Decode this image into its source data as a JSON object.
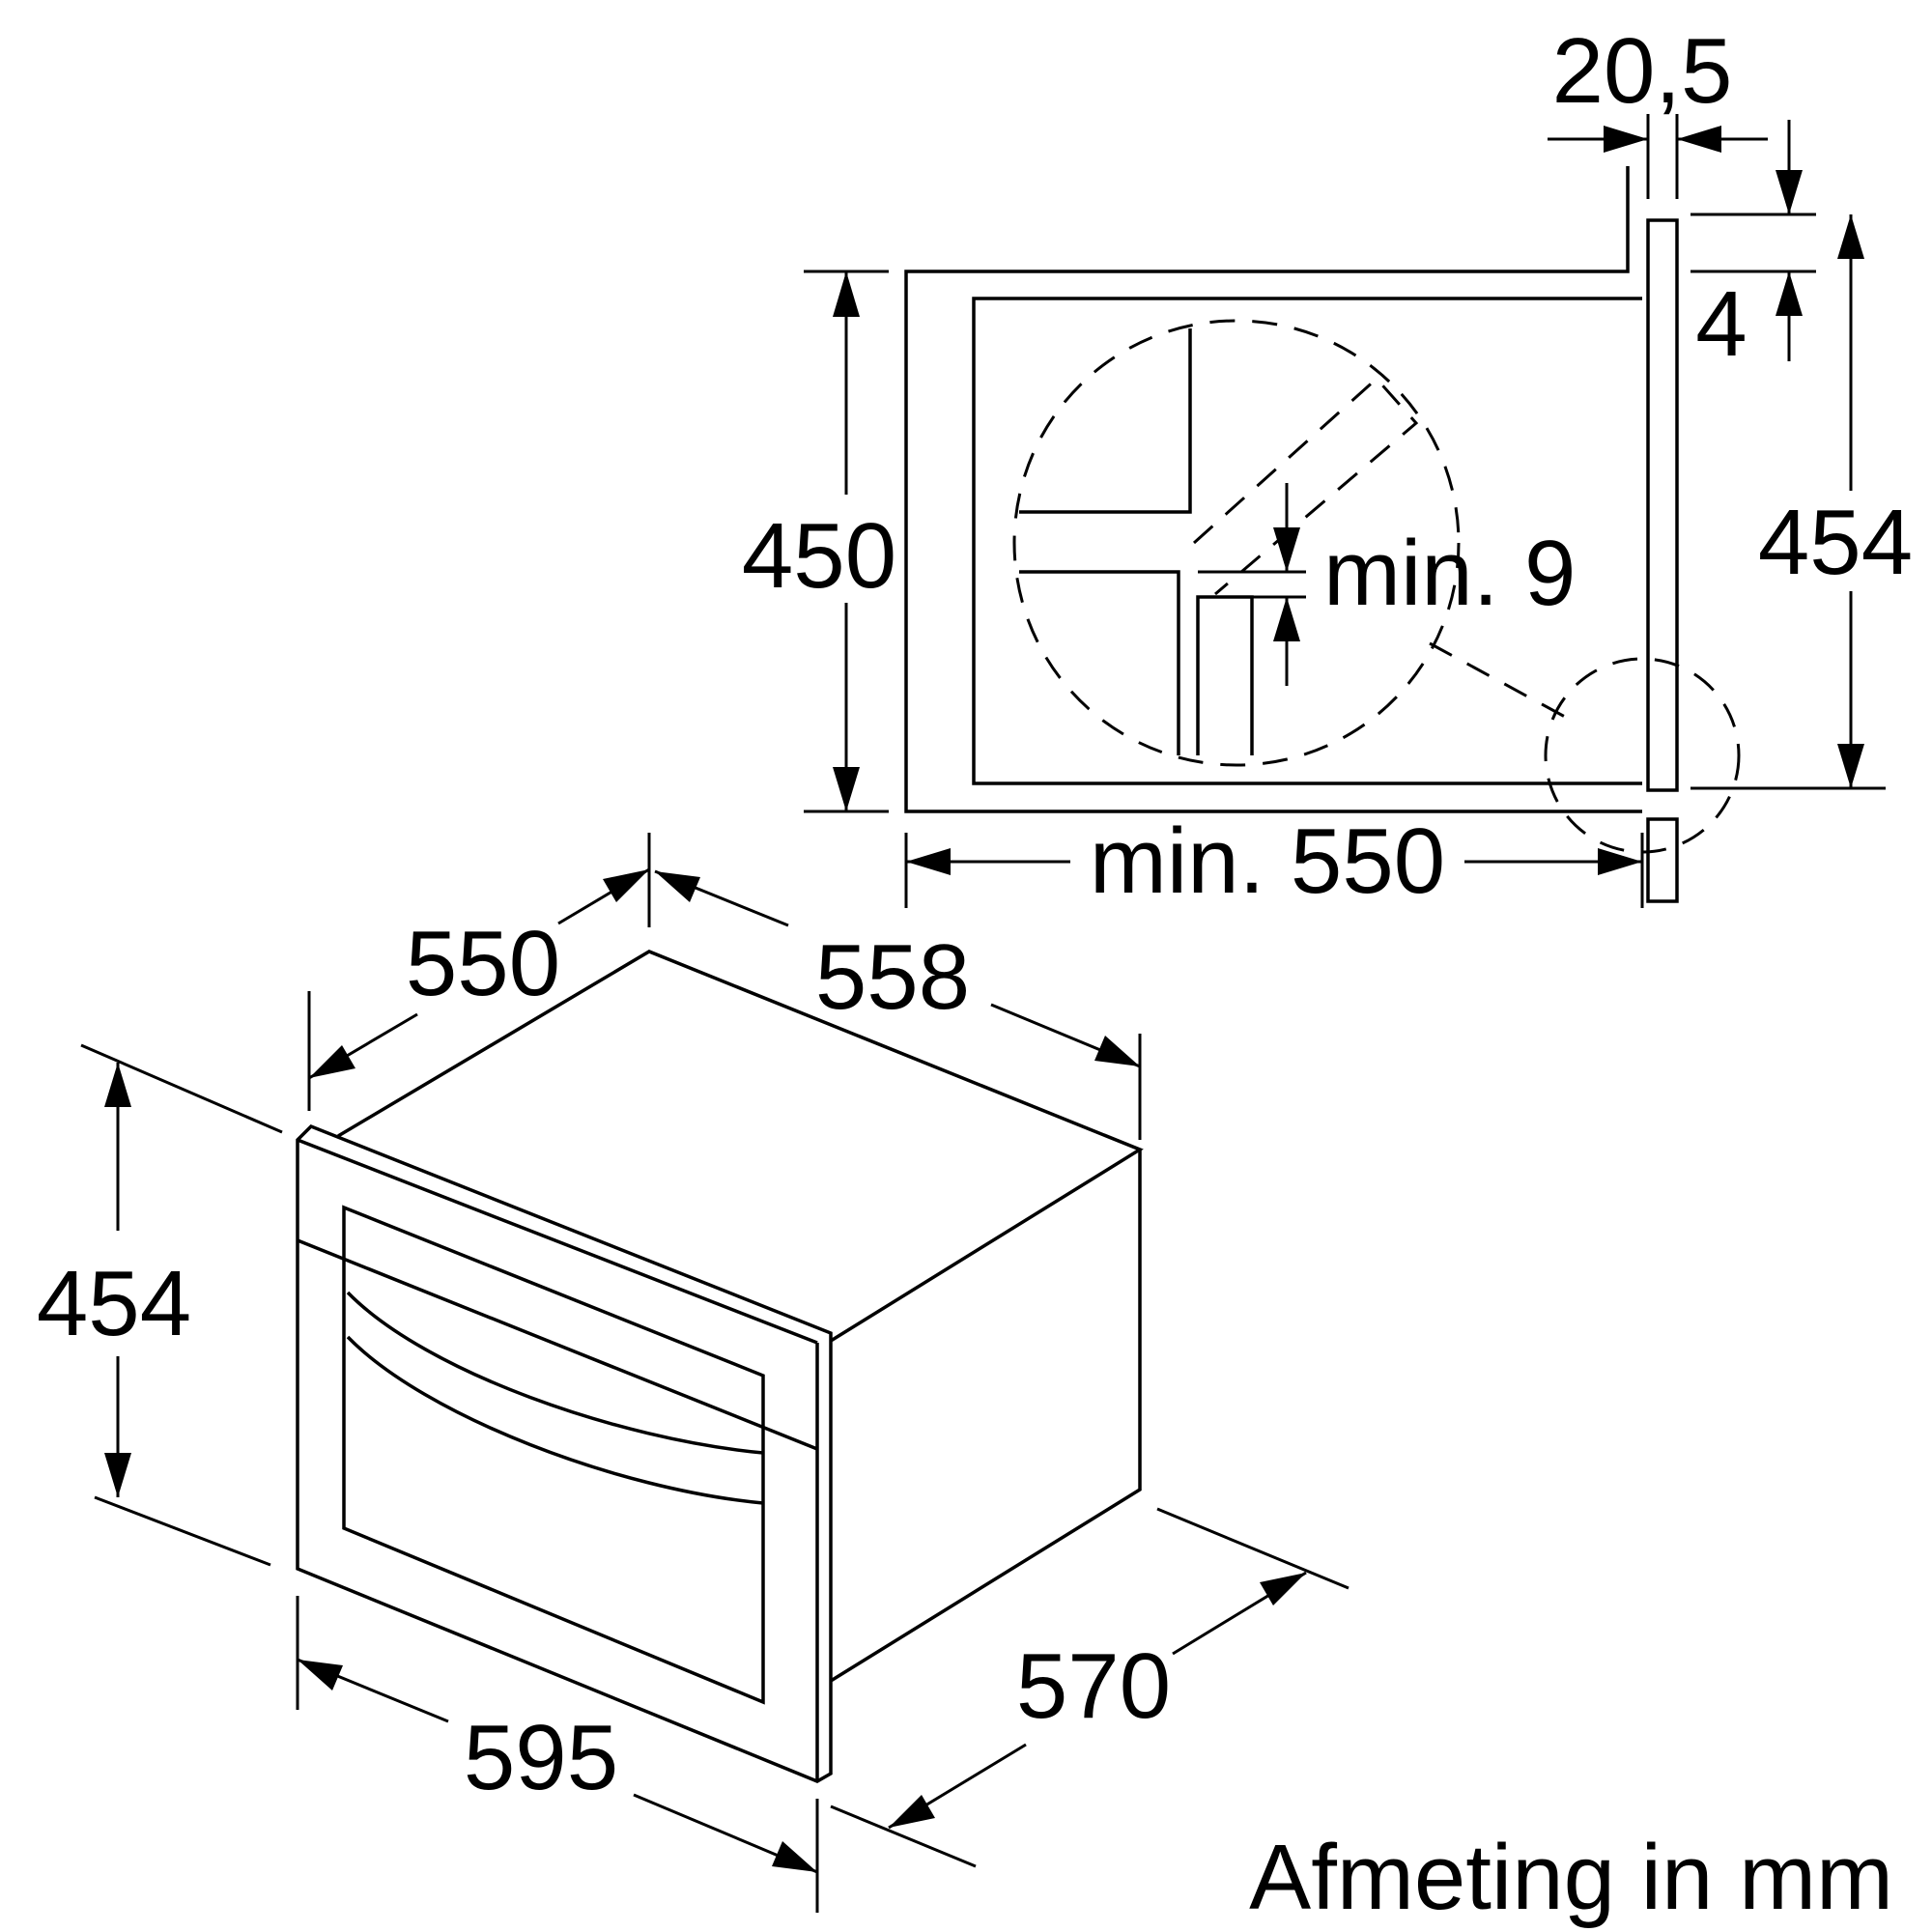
{
  "diagram": {
    "section_view": {
      "dim_top_gap": "20,5",
      "dim_panel_offset": "4",
      "dim_niche_height": "450",
      "dim_panel_height": "454",
      "dim_min_clearance": "min. 9",
      "dim_min_depth": "min. 550"
    },
    "appliance_view": {
      "dim_height": "454",
      "dim_depth_body": "550",
      "dim_width_body": "558",
      "dim_width_front": "595",
      "dim_depth_total": "570"
    },
    "caption": "Afmeting in mm"
  }
}
